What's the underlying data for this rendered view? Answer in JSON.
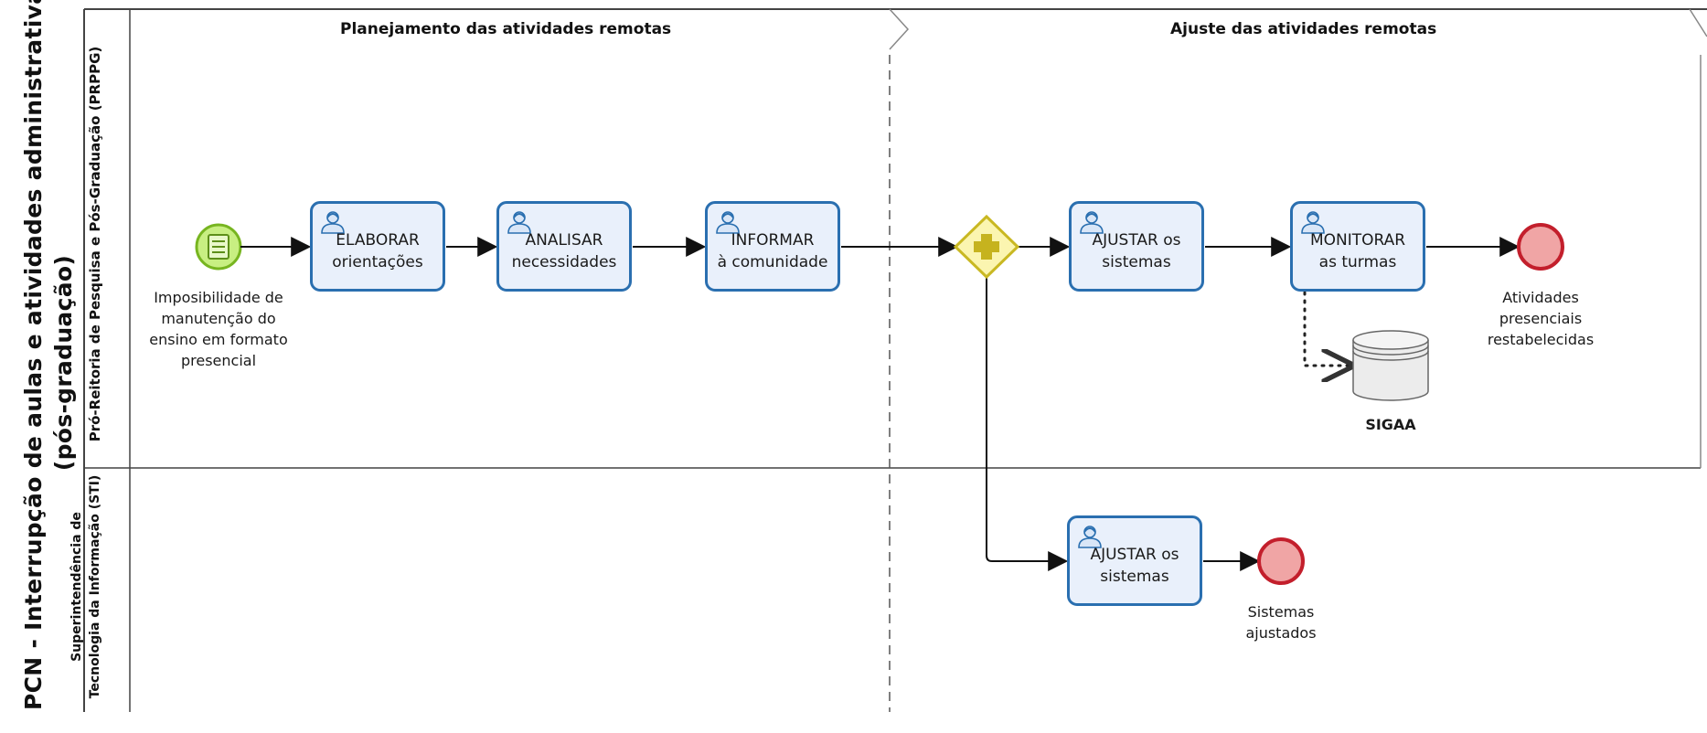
{
  "pool": {
    "title_line1": "PCN - Interrupção de aulas e atividades administrativas",
    "title_line2": "(pós-graduação)"
  },
  "lanes": [
    {
      "name": "Pró-Reitoria de Pesquisa e Pós-Graduação (PRPPG)"
    },
    {
      "name_line1": "Superintendência de",
      "name_line2": "Tecnologia da Informação (STI)"
    }
  ],
  "phases": [
    {
      "label": "Planejamento das atividades remotas"
    },
    {
      "label": "Ajuste das atividades remotas"
    }
  ],
  "start_event": {
    "icon": "message-document-icon",
    "label_lines": [
      "Imposibilidade de",
      "manutenção do",
      "ensino em formato",
      "presencial"
    ]
  },
  "tasks": [
    {
      "line1": "ELABORAR",
      "line2": "orientações",
      "icon": "user-icon"
    },
    {
      "line1": "ANALISAR",
      "line2": "necessidades",
      "icon": "user-icon"
    },
    {
      "line1": "INFORMAR",
      "line2": "à comunidade",
      "icon": "user-icon"
    },
    {
      "line1": "AJUSTAR os",
      "line2": "sistemas",
      "icon": "user-icon"
    },
    {
      "line1": "MONITORAR",
      "line2": "as turmas",
      "icon": "user-icon"
    },
    {
      "line1": "AJUSTAR os",
      "line2": "sistemas",
      "icon": "user-icon"
    }
  ],
  "gateway": {
    "type": "parallel",
    "icon": "plus-icon"
  },
  "end_events": [
    {
      "label_lines": [
        "Atividades",
        "presenciais",
        "restabelecidas"
      ]
    },
    {
      "label_lines": [
        "Sistemas",
        "ajustados"
      ]
    }
  ],
  "data_store": {
    "label": "SIGAA",
    "icon": "database-icon"
  },
  "colors": {
    "task_border": "#2a6fb0",
    "task_fill": "#e9f0fb",
    "start_fill": "#c8ef82",
    "start_border": "#77b520",
    "end_fill": "#f0a5a5",
    "end_border": "#c31f2c",
    "gateway_fill": "#fbf5b0",
    "gateway_border": "#c9b822"
  }
}
